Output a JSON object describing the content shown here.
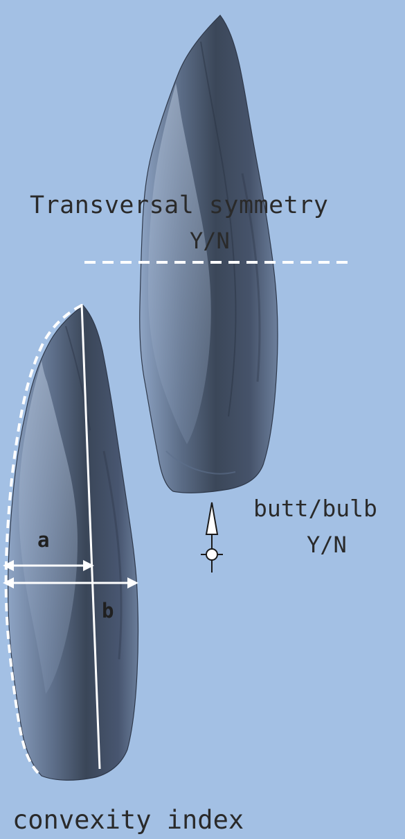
{
  "labels": {
    "transversal_symmetry": "Transversal symmetry",
    "transversal_yn": "Y/N",
    "butt_bulb": "butt/bulb",
    "butt_yn": "Y/N",
    "convexity_index": "convexity index",
    "measure_a": "a",
    "measure_b": "b"
  },
  "colors": {
    "background": "#a3c0e4",
    "flake_dark": "#3a4658",
    "flake_light": "#7b90ae",
    "annotation_lines": "#ffffff",
    "text": "#2a2a2a"
  },
  "icons": {
    "bulb_marker": "arrow-up-with-circle-icon"
  }
}
